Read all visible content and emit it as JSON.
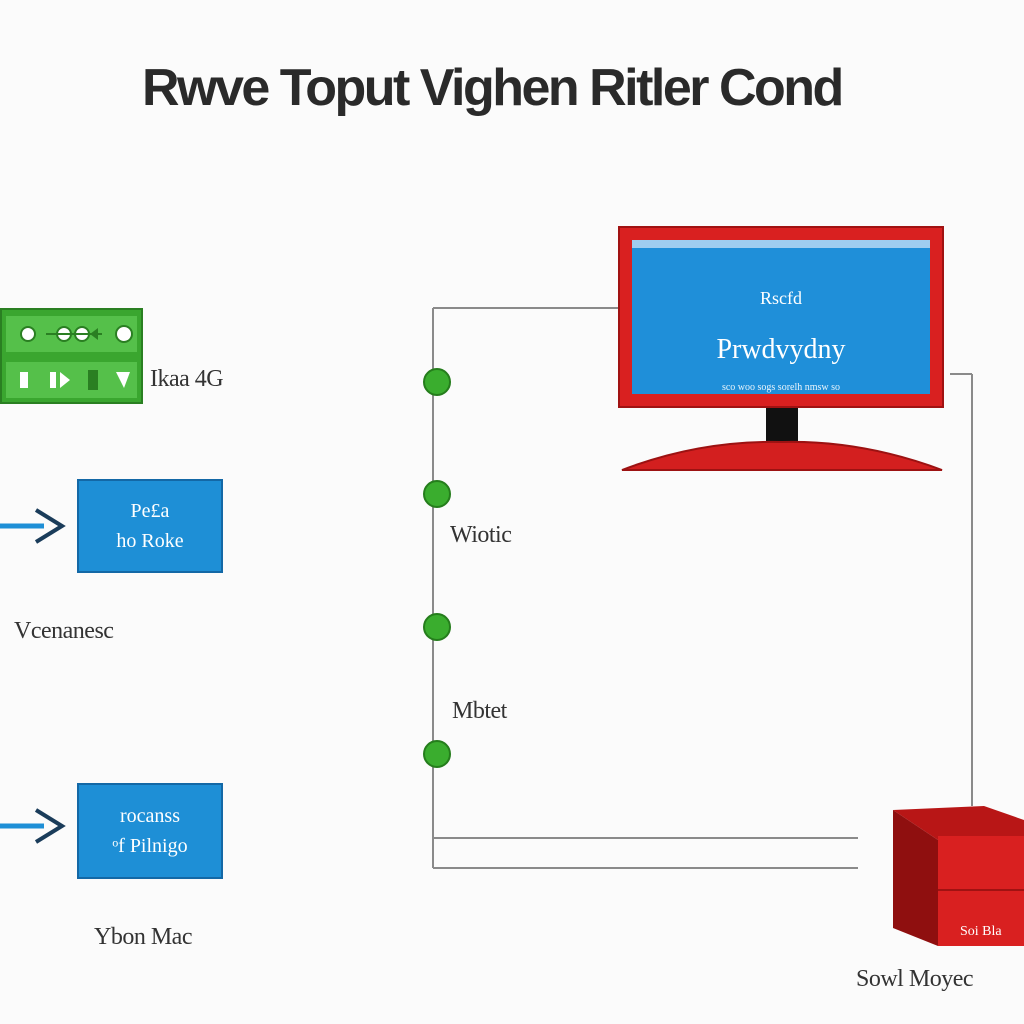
{
  "title": "Rwve Toput Vighen Ritler Cond",
  "screen": {
    "line1": "Rscfd",
    "line2": "Prwdvydny",
    "line3": "sco woo sogs sorelh nmsw so"
  },
  "green_panel_label": "Ikaa 4G",
  "box1": {
    "line1": "Pe£a",
    "line2": "ho Roke"
  },
  "box2": {
    "line1": "rocanss",
    "line2": "ᵒf Pilnigo"
  },
  "labels": {
    "left_mid": "Vcenanesc",
    "left_bottom": "Ybon Mac",
    "wire_upper": "Wiotic",
    "wire_lower": "Mbtet",
    "server_caption": "Sowl Moyec"
  },
  "server_front_label": "Soi Bla",
  "colors": {
    "accent_red": "#d92020",
    "accent_blue": "#1e8fd6",
    "accent_green": "#3aa62f"
  }
}
